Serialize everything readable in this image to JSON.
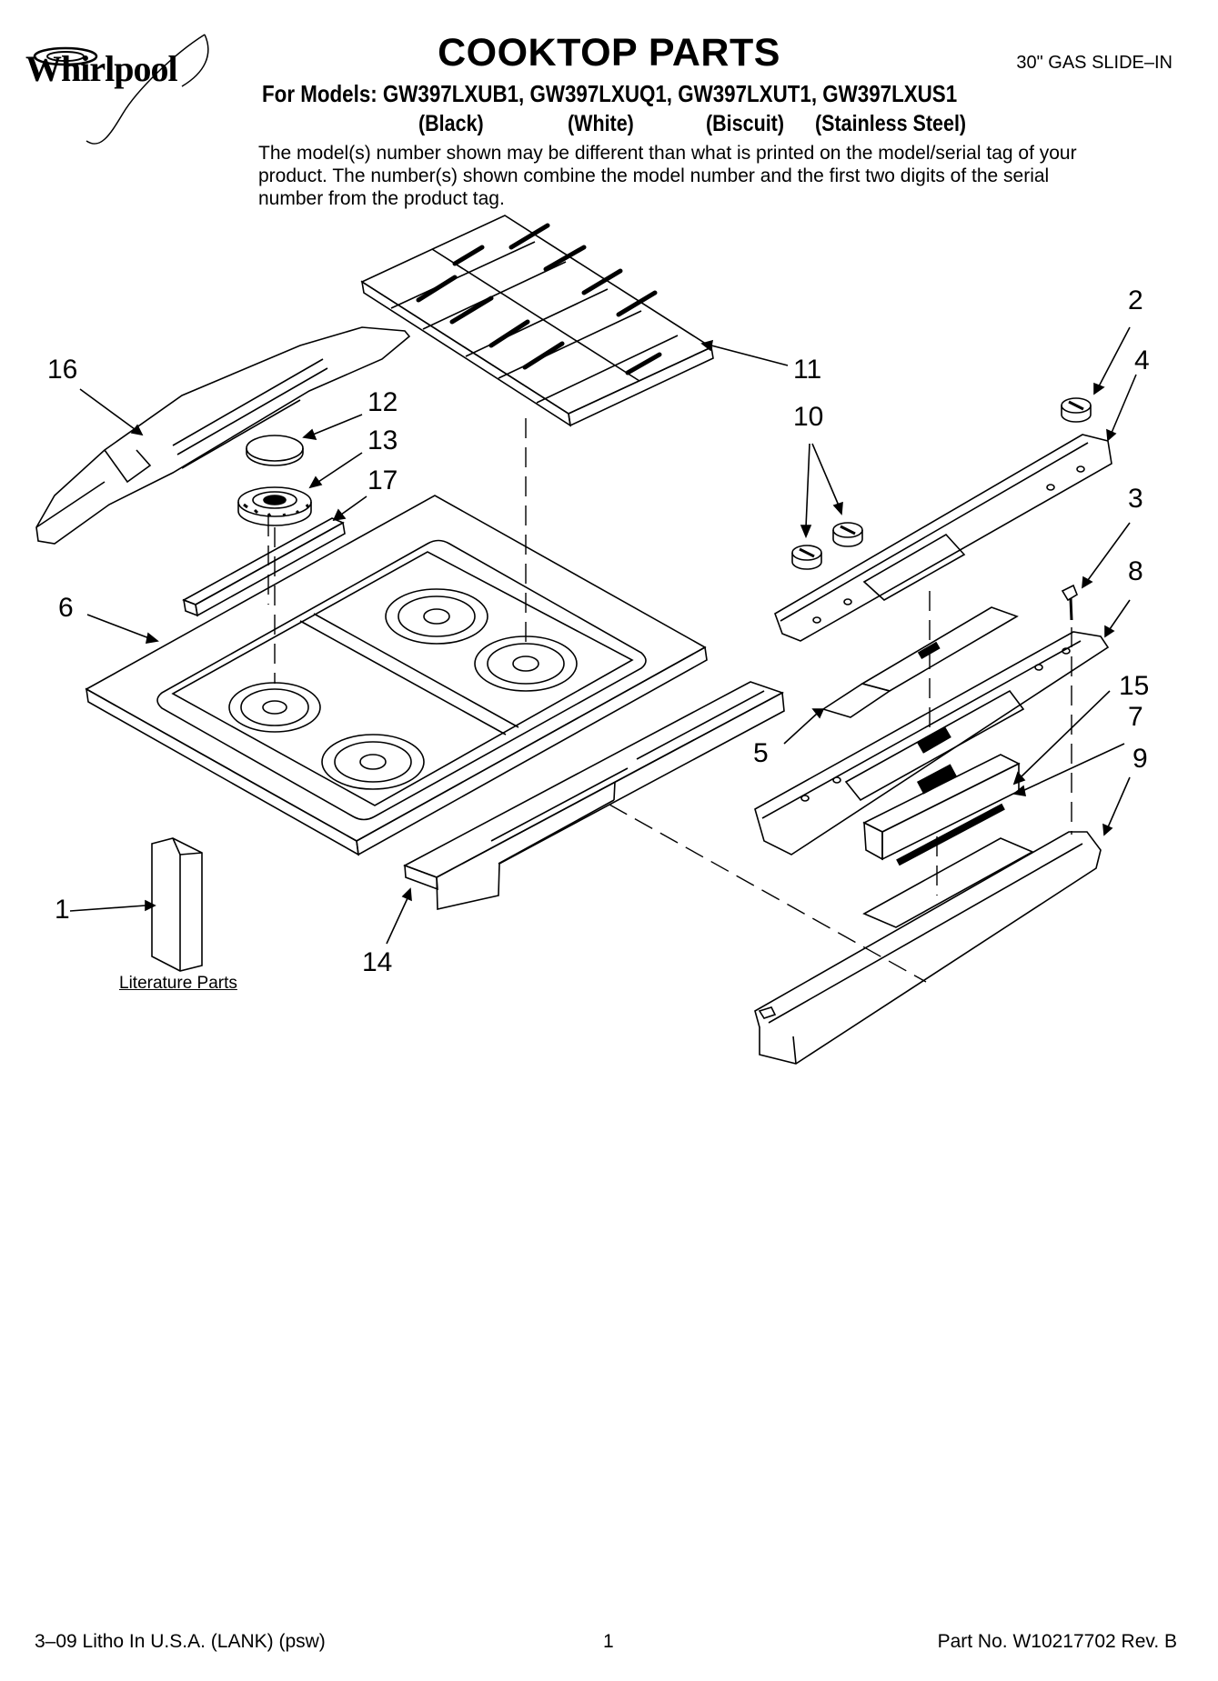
{
  "brand": {
    "logo_text": "Whirlpool"
  },
  "header": {
    "title": "COOKTOP PARTS",
    "model_type": "30\" GAS SLIDE–IN",
    "models_line": "For Models: GW397LXUB1, GW397LXUQ1, GW397LXUT1, GW397LXUS1",
    "colors": [
      "(Black)",
      "(White)",
      "(Biscuit)",
      "(Stainless Steel)"
    ],
    "note": "The model(s) number shown may be different than what is printed on the model/serial tag of your product. The number(s) shown combine the model number and the first two digits of the serial number from the product tag."
  },
  "callouts": [
    "1",
    "2",
    "3",
    "4",
    "5",
    "6",
    "7",
    "8",
    "9",
    "10",
    "11",
    "12",
    "13",
    "14",
    "15",
    "16",
    "17"
  ],
  "literature_label": "Literature Parts",
  "footer": {
    "print_info": "3–09 Litho In U.S.A. (LANK) (psw)",
    "page_number": "1",
    "part_number": "Part No. W10217702 Rev. B"
  }
}
